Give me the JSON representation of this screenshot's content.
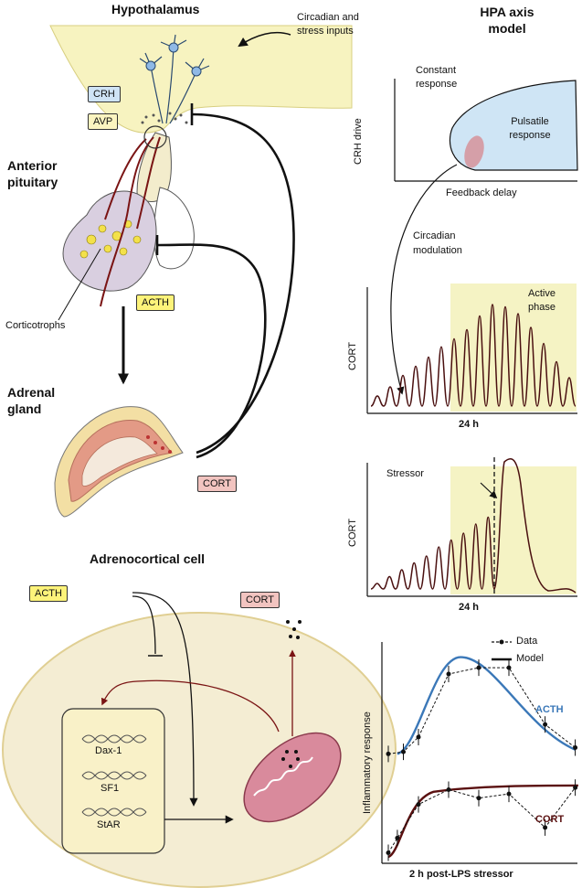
{
  "colors": {
    "hypothalamus_fill": "#f7f3c0",
    "active_phase": "#f5f3c4",
    "crh_box": "#cfe3f5",
    "avp_box": "#fbf4c0",
    "acth_box": "#fdf37a",
    "cort_box": "#f2c4c0",
    "cell_fill": "#f4edd3",
    "cell_border": "#e0cf93",
    "acth_curve": "#3b78b8",
    "cort_curve": "#5a1010",
    "oscillation": "#4a1010",
    "pulsatile_region": "#cfe5f5",
    "pituitary_fill": "#d9cfe0",
    "mitochondria": "#d98a9c"
  },
  "left": {
    "hypothalamus": "Hypothalamus",
    "inputs": "Circadian and\nstress inputs",
    "crh": "CRH",
    "avp": "AVP",
    "anterior_pituitary": "Anterior\npituitary",
    "corticotrophs": "Corticotrophs",
    "acth": "ACTH",
    "adrenal_gland": "Adrenal\ngland",
    "cort": "CORT"
  },
  "cell": {
    "title": "Adrenocortical cell",
    "acth": "ACTH",
    "cort": "CORT",
    "genes": [
      "Dax-1",
      "SF1",
      "StAR"
    ]
  },
  "model_panel": {
    "title": "HPA axis\nmodel",
    "constant": "Constant\nresponse",
    "pulsatile": "Pulsatile\nresponse",
    "ylabel": "CRH drive",
    "xlabel": "Feedback delay",
    "circadian": "Circadian\nmodulation"
  },
  "chart_data": [
    {
      "type": "line",
      "ylabel": "CORT",
      "xlabel": "24 h",
      "annotation": "Active\nphase",
      "series": [
        {
          "values": [
            0.12,
            0.2,
            0.3,
            0.38,
            0.46,
            0.55,
            0.62,
            0.7,
            0.82,
            0.92,
            0.9,
            0.84,
            0.72,
            0.58,
            0.42,
            0.28
          ]
        }
      ]
    },
    {
      "type": "line",
      "ylabel": "CORT",
      "xlabel": "24 h",
      "annotation": "Stressor",
      "series": [
        {
          "values": [
            0.08,
            0.14,
            0.2,
            0.26,
            0.32,
            0.4,
            0.46,
            0.52,
            0.6,
            0.66
          ]
        }
      ]
    },
    {
      "type": "line",
      "ylabel": "Inflammatory response",
      "xlabel": "2 h post-LPS stressor",
      "legend": [
        "Data",
        "Model"
      ],
      "series": [
        {
          "name": "ACTH",
          "data_x": [
            0,
            0.5,
            1,
            2,
            3,
            4,
            5.2,
            6.2
          ],
          "data_y": [
            0.52,
            0.53,
            0.6,
            0.9,
            0.93,
            0.93,
            0.66,
            0.55
          ]
        },
        {
          "name": "CORT",
          "data_x": [
            0,
            0.3,
            1,
            2,
            3,
            4,
            5.2,
            6.2
          ],
          "data_y": [
            0.05,
            0.12,
            0.28,
            0.35,
            0.31,
            0.33,
            0.17,
            0.36
          ]
        }
      ]
    }
  ]
}
